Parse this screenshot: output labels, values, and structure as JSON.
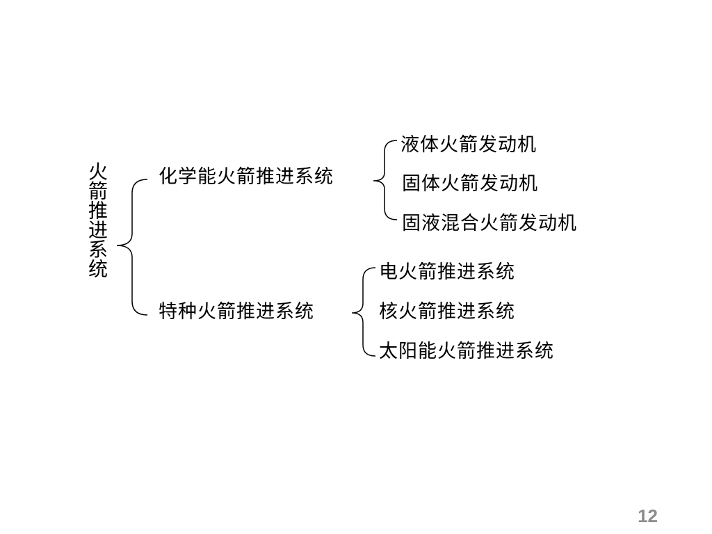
{
  "diagram": {
    "root": "火箭推进系统",
    "branches": [
      {
        "label": "化学能火箭推进系统",
        "children": [
          "液体火箭发动机",
          "固体火箭发动机",
          "固液混合火箭发动机"
        ]
      },
      {
        "label": "特种火箭推进系统",
        "children": [
          "电火箭推进系统",
          "核火箭推进系统",
          "太阳能火箭推进系统"
        ]
      }
    ]
  },
  "page_number": "12"
}
